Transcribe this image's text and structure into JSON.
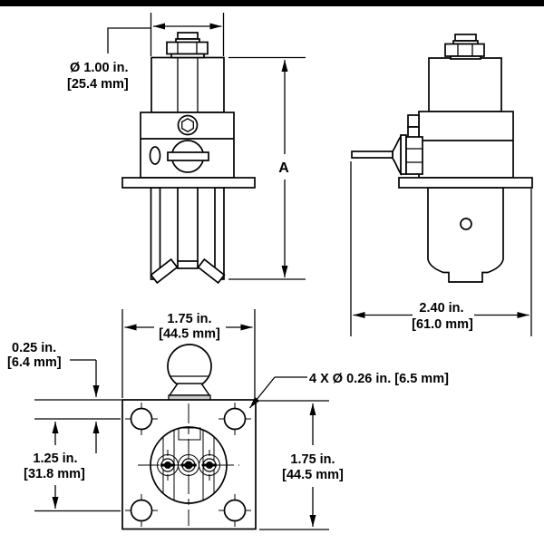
{
  "dims": {
    "cap_dia_l1": "Ø 1.00 in.",
    "cap_dia_l2": "[25.4 mm]",
    "height_label": "A",
    "overall_width_l1": "2.40 in.",
    "overall_width_l2": "[61.0 mm]",
    "plate_width_l1": "1.75 in.",
    "plate_width_l2": "[44.5 mm]",
    "hole_edge_offset_l1": "0.25 in.",
    "hole_edge_offset_l2": "[6.4 mm]",
    "hole_spacing_l1": "1.25 in.",
    "hole_spacing_l2": "[31.8 mm]",
    "plate_height_l1": "1.75 in.",
    "plate_height_l2": "[44.5 mm]",
    "mounting_holes_callout": "4 X Ø 0.26 in. [6.5 mm]"
  },
  "colors": {
    "line": "#000000",
    "background": "#ffffff",
    "top_bar": "#000000",
    "base_shade": "#c8c8c8"
  }
}
